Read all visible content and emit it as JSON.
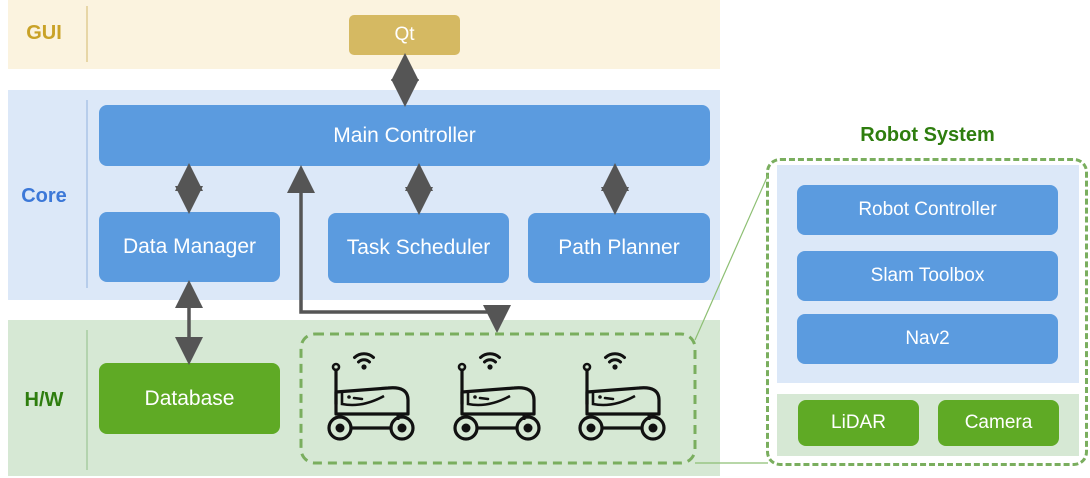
{
  "layers": {
    "gui": "GUI",
    "core": "Core",
    "hw": "H/W"
  },
  "gui": {
    "qt": "Qt"
  },
  "core": {
    "main_controller": "Main Controller",
    "data_manager": "Data Manager",
    "task_scheduler": "Task Scheduler",
    "path_planner": "Path Planner"
  },
  "hw": {
    "database": "Database",
    "robot_icons": [
      "robot-icon",
      "robot-icon",
      "robot-icon"
    ]
  },
  "robot_system": {
    "title": "Robot System",
    "robot_controller": "Robot Controller",
    "slam_toolbox": "Slam Toolbox",
    "nav2": "Nav2",
    "lidar": "LiDAR",
    "camera": "Camera"
  },
  "colors": {
    "gui_label": "#C9A227",
    "core_label": "#3C78D8",
    "hw_label": "#2E7D0E",
    "robot_system_title": "#2E7D0E",
    "arrow": "#555555"
  }
}
